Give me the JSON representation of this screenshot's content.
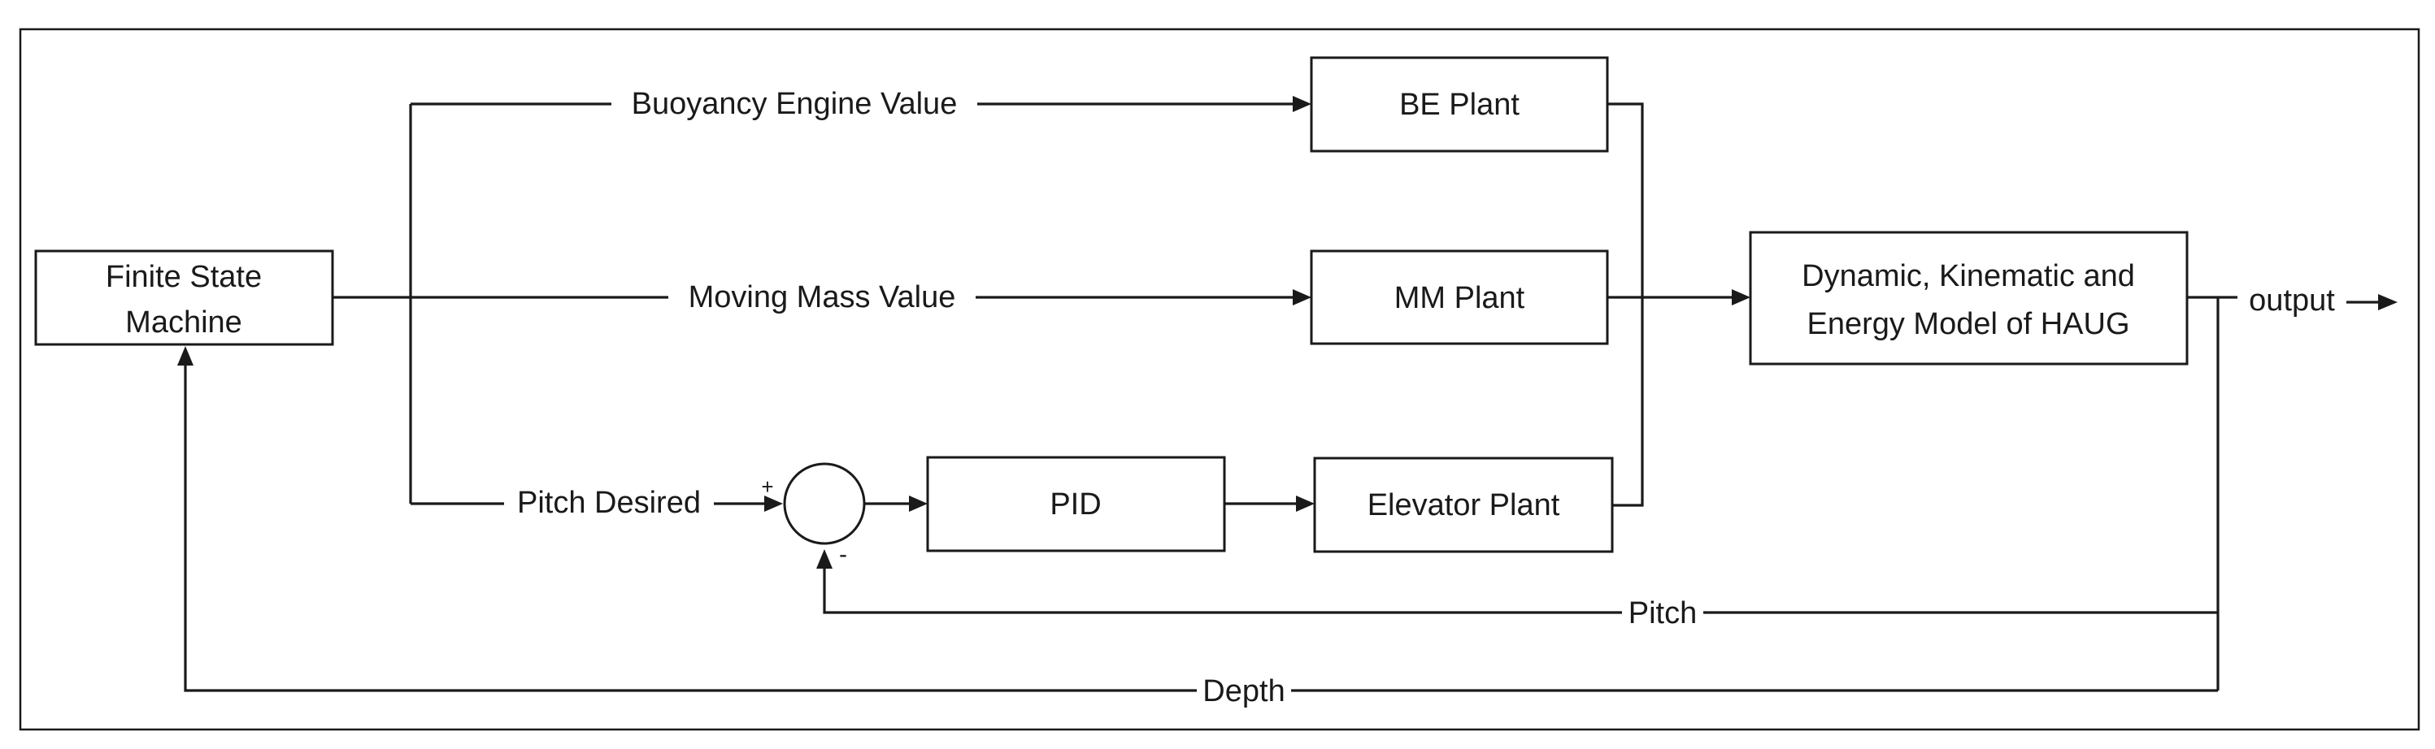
{
  "blocks": {
    "fsm": [
      "Finite State",
      "Machine"
    ],
    "be_plant": "BE Plant",
    "mm_plant": "MM Plant",
    "pid": "PID",
    "elevator_plant": "Elevator Plant",
    "model": [
      "Dynamic, Kinematic and",
      "Energy Model of HAUG"
    ]
  },
  "signals": {
    "buoyancy": "Buoyancy Engine Value",
    "moving_mass": "Moving Mass Value",
    "pitch_desired": "Pitch Desired",
    "output": "output",
    "pitch": "Pitch",
    "depth": "Depth"
  },
  "summing_junction": {
    "plus": "+",
    "minus": "-"
  }
}
